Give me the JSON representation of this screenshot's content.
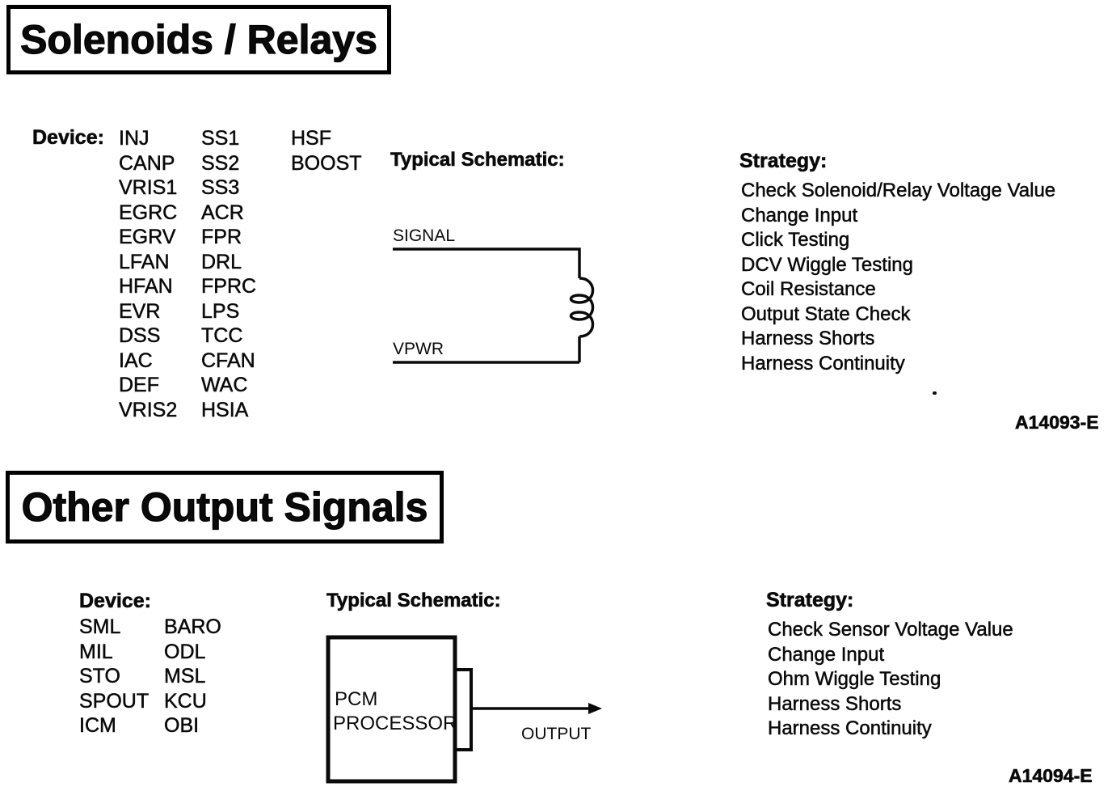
{
  "page": {
    "background": "#ffffff",
    "ink": "#0a0a0a"
  },
  "sections": [
    {
      "title": "Solenoids / Relays",
      "device_label": "Device:",
      "device_columns": [
        [
          "INJ",
          "CANP",
          "VRIS1",
          "EGRC",
          "EGRV",
          "LFAN",
          "HFAN",
          "EVR",
          "DSS",
          "IAC",
          "DEF",
          "VRIS2"
        ],
        [
          "SS1",
          "SS2",
          "SS3",
          "ACR",
          "FPR",
          "DRL",
          "FPRC",
          "LPS",
          "TCC",
          "CFAN",
          "WAC",
          "HSIA"
        ],
        [
          "HSF",
          "BOOST"
        ]
      ],
      "schematic_label": "Typical Schematic:",
      "schematic": {
        "type": "solenoid-coil",
        "signal_label": "SIGNAL",
        "vpwr_label": "VPWR",
        "symbol": "inductor-coil-icon"
      },
      "strategy_label": "Strategy:",
      "strategies": [
        "Check Solenoid/Relay Voltage Value",
        "Change Input",
        "Click Testing",
        "DCV Wiggle Testing",
        "Coil Resistance",
        "Output State Check",
        "Harness Shorts",
        "Harness Continuity"
      ],
      "figure_id": "A14093-E"
    },
    {
      "title": "Other Output Signals",
      "device_label": "Device:",
      "device_columns": [
        [
          "SML",
          "MIL",
          "STO",
          "SPOUT",
          "ICM"
        ],
        [
          "BARO",
          "ODL",
          "MSL",
          "KCU",
          "OBI"
        ]
      ],
      "schematic_label": "Typical Schematic:",
      "schematic": {
        "type": "pcm-output",
        "box_line1": "PCM",
        "box_line2": "PROCESSOR",
        "output_label": "OUTPUT",
        "symbol": "arrow-right-icon"
      },
      "strategy_label": "Strategy:",
      "strategies": [
        "Check Sensor Voltage Value",
        "Change Input",
        "Ohm Wiggle Testing",
        "Harness Shorts",
        "Harness Continuity"
      ],
      "figure_id": "A14094-E"
    }
  ]
}
